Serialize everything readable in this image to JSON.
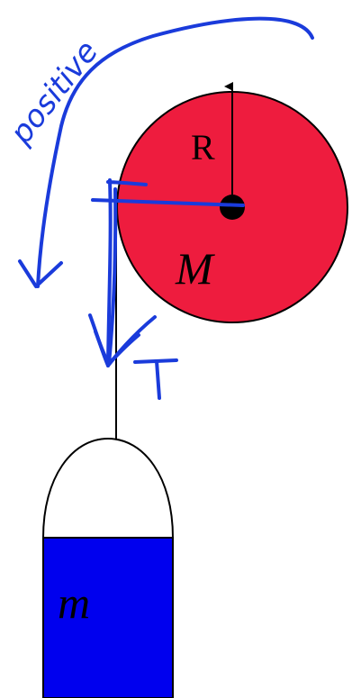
{
  "diagram": {
    "pulley": {
      "radius_label": "R",
      "mass_label": "M",
      "fill_color": "#ee1c3e",
      "axle_color": "#000000"
    },
    "hanging_block": {
      "mass_label": "m",
      "fill_color": "#0000ee"
    },
    "annotations": {
      "rotation_direction_label": "positive",
      "tension_label": "T",
      "ink_color": "#1a3bdb"
    }
  }
}
